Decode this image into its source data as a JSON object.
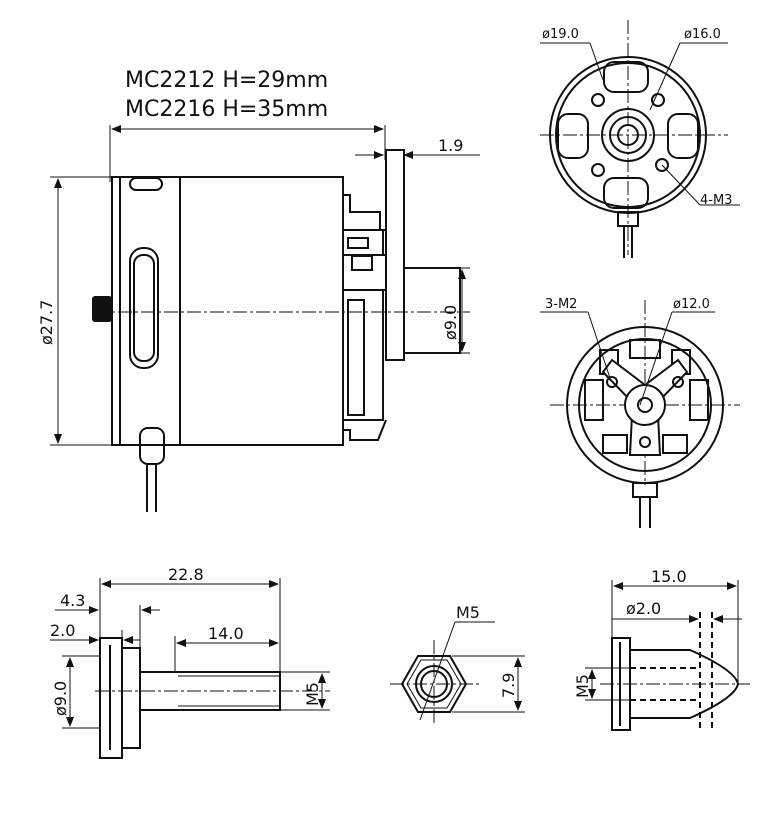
{
  "title": {
    "line1": "MC2212  H=29mm",
    "line2": "MC2216  H=35mm"
  },
  "side_view": {
    "shaft_protrusion": "1.9",
    "shaft_diameter": "ø9.0",
    "body_diameter": "ø27.7"
  },
  "rear_view": {
    "outer_circle": "ø19.0",
    "inner_circle": "ø16.0",
    "holes": "4-M3"
  },
  "front_view": {
    "holes": "3-M2",
    "circle": "ø12.0"
  },
  "adapter": {
    "length": "22.8",
    "flange_thickness": "4.3",
    "step": "2.0",
    "thread_length": "14.0",
    "flange_diameter": "ø9.0",
    "thread": "M5"
  },
  "nut": {
    "thread": "M5",
    "width": "7.9"
  },
  "spinner": {
    "length": "15.0",
    "hole": "ø2.0",
    "thread": "M5"
  }
}
